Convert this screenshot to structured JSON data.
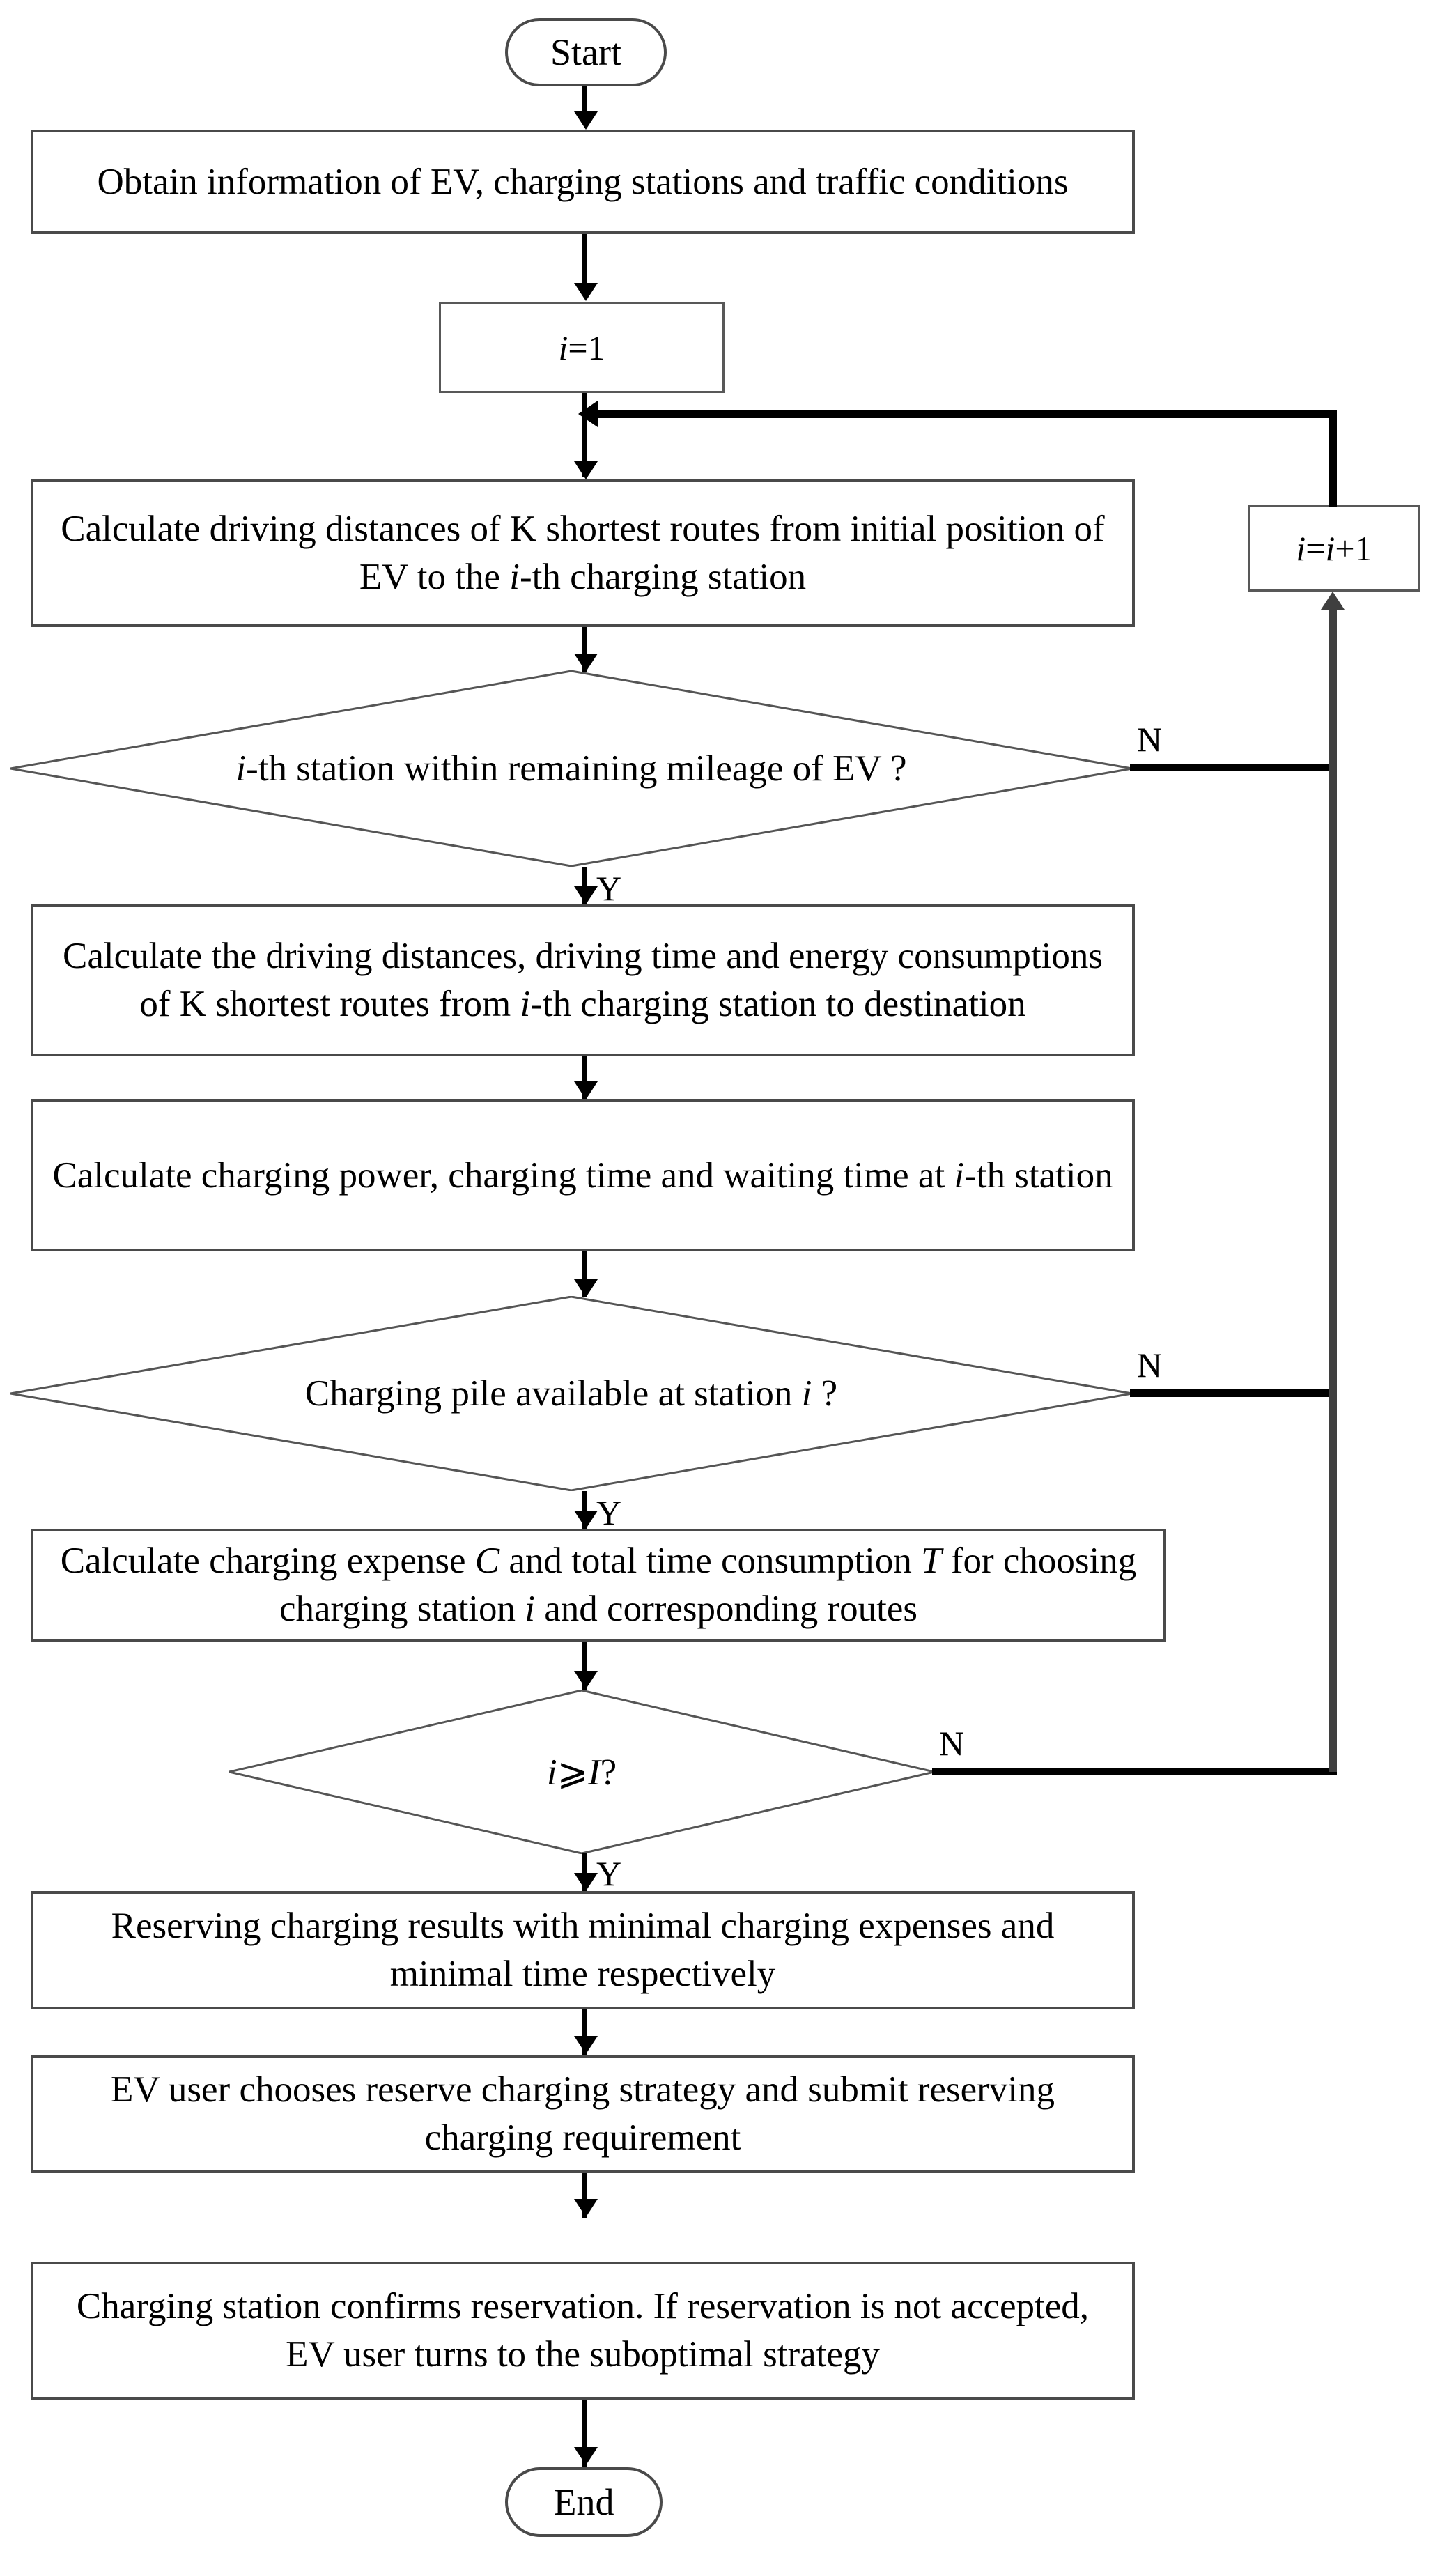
{
  "diagram": {
    "type": "flowchart",
    "title": "EV charging station reservation decision flow",
    "orientation": "top-to-bottom"
  },
  "nodes": {
    "start": {
      "label": "Start",
      "shape": "terminator"
    },
    "obtain_info": {
      "label": "Obtain information of EV, charging stations and traffic conditions",
      "shape": "process"
    },
    "init_i": {
      "label": "i=1",
      "shape": "process"
    },
    "calc_dist_to_station": {
      "label": "Calculate driving distances of K shortest routes from initial position of EV to the i-th charging station",
      "shape": "process"
    },
    "decision_mileage": {
      "label": "i-th station within remaining mileage of EV ?",
      "shape": "decision"
    },
    "calc_dist_to_dest": {
      "label": "Calculate the driving distances, driving time and energy consumptions of K shortest routes from i-th charging station to destination",
      "shape": "process"
    },
    "calc_power_time": {
      "label": "Calculate charging power, charging time and waiting time at i-th station",
      "shape": "process"
    },
    "decision_pile": {
      "label": "Charging pile available at station i ?",
      "shape": "decision"
    },
    "calc_expense": {
      "label": "Calculate charging expense C and total time consumption T for choosing charging station i and corresponding routes",
      "shape": "process"
    },
    "decision_loop_end": {
      "label": "i⩾I?",
      "shape": "decision"
    },
    "reserve_results": {
      "label": "Reserving charging results with minimal charging expenses and minimal time respectively",
      "shape": "process"
    },
    "user_chooses": {
      "label": "EV user chooses reserve charging strategy and submit reserving charging requirement",
      "shape": "process"
    },
    "station_confirms": {
      "label": "Charging station confirms reservation. If reservation is not accepted, EV user turns to the suboptimal strategy",
      "shape": "process"
    },
    "increment_i": {
      "label": "i=i+1",
      "shape": "process"
    },
    "end": {
      "label": "End",
      "shape": "terminator"
    }
  },
  "branch_labels": {
    "mileage_no": "N",
    "mileage_yes": "Y",
    "pile_no": "N",
    "pile_yes": "Y",
    "loop_no": "N",
    "loop_yes": "Y"
  },
  "colors": {
    "stroke": "#4a4a4a",
    "connector": "#000000",
    "background": "#ffffff",
    "text": "#000000"
  }
}
